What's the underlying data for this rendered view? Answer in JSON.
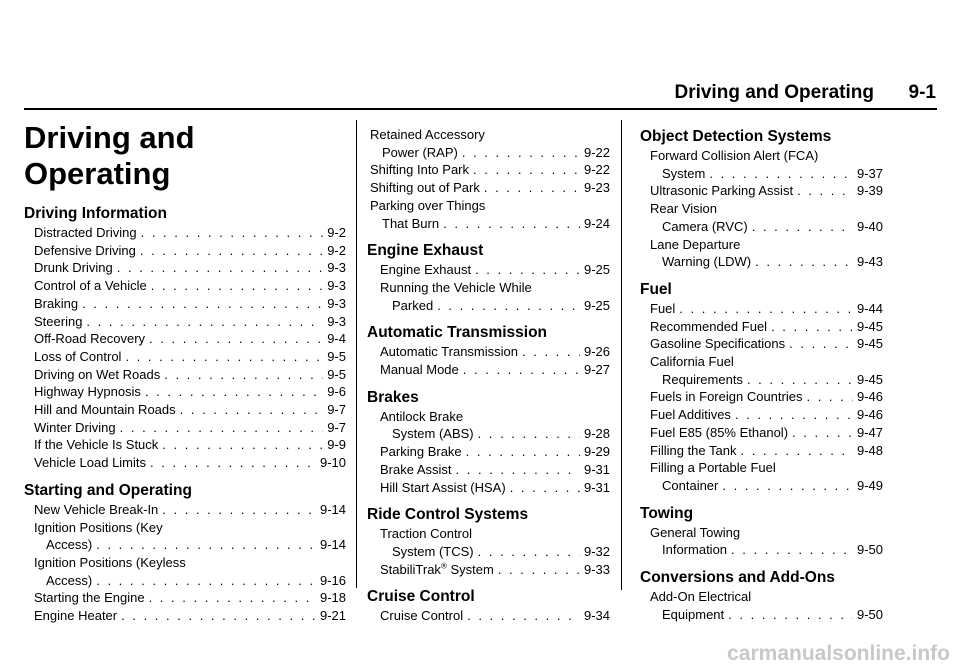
{
  "header": {
    "title": "Driving and Operating",
    "page": "9-1"
  },
  "chapter": {
    "title_line1": "Driving and",
    "title_line2": "Operating"
  },
  "sections": {
    "driving_information": {
      "title": "Driving Information",
      "entries": [
        {
          "label": "Distracted Driving",
          "page": "9-2"
        },
        {
          "label": "Defensive Driving",
          "page": "9-2"
        },
        {
          "label": "Drunk Driving",
          "page": "9-3"
        },
        {
          "label": "Control of a Vehicle",
          "page": "9-3"
        },
        {
          "label": "Braking",
          "page": "9-3"
        },
        {
          "label": "Steering",
          "page": "9-3"
        },
        {
          "label": "Off-Road Recovery",
          "page": "9-4"
        },
        {
          "label": "Loss of Control",
          "page": "9-5"
        },
        {
          "label": "Driving on Wet Roads",
          "page": "9-5"
        },
        {
          "label": "Highway Hypnosis",
          "page": "9-6"
        },
        {
          "label": "Hill and Mountain Roads",
          "page": "9-7"
        },
        {
          "label": "Winter Driving",
          "page": "9-7"
        },
        {
          "label": "If the Vehicle Is Stuck",
          "page": "9-9"
        },
        {
          "label": "Vehicle Load Limits",
          "page": "9-10"
        }
      ]
    },
    "starting_operating": {
      "title": "Starting and Operating",
      "new_vehicle": {
        "label": "New Vehicle Break-In",
        "page": "9-14"
      },
      "ign_key": {
        "line1": "Ignition Positions (Key",
        "line2": "Access)",
        "page": "9-14"
      },
      "ign_keyless": {
        "line1": "Ignition Positions (Keyless",
        "line2": "Access)",
        "page": "9-16"
      },
      "starting": {
        "label": "Starting the Engine",
        "page": "9-18"
      },
      "heater": {
        "label": "Engine Heater",
        "page": "9-21"
      },
      "rap": {
        "line1": "Retained Accessory",
        "line2": "Power (RAP)",
        "page": "9-22"
      },
      "shift_into": {
        "label": "Shifting Into Park",
        "page": "9-22"
      },
      "shift_out": {
        "label": "Shifting out of Park",
        "page": "9-23"
      },
      "parking_over": {
        "line1": "Parking over Things",
        "line2": "That Burn",
        "page": "9-24"
      }
    },
    "engine_exhaust": {
      "title": "Engine Exhaust",
      "exhaust": {
        "label": "Engine Exhaust",
        "page": "9-25"
      },
      "running": {
        "line1": "Running the Vehicle While",
        "line2": "Parked",
        "page": "9-25"
      }
    },
    "automatic_transmission": {
      "title": "Automatic Transmission",
      "auto": {
        "label": "Automatic Transmission",
        "page": "9-26"
      },
      "manual": {
        "label": "Manual Mode",
        "page": "9-27"
      }
    },
    "brakes": {
      "title": "Brakes",
      "abs": {
        "line1": "Antilock Brake",
        "line2": "System (ABS)",
        "page": "9-28"
      },
      "parking": {
        "label": "Parking Brake",
        "page": "9-29"
      },
      "assist": {
        "label": "Brake Assist",
        "page": "9-31"
      },
      "hsa": {
        "label": "Hill Start Assist (HSA)",
        "page": "9-31"
      }
    },
    "ride_control": {
      "title": "Ride Control Systems",
      "tcs": {
        "line1": "Traction Control",
        "line2": "System (TCS)",
        "page": "9-32"
      },
      "stabilitrak": {
        "label": "StabiliTrak",
        "sup": "®",
        "suffix": " System",
        "page": "9-33"
      }
    },
    "cruise_control": {
      "title": "Cruise Control",
      "cruise": {
        "label": "Cruise Control",
        "page": "9-34"
      }
    },
    "object_detection": {
      "title": "Object Detection Systems",
      "fca": {
        "line1": "Forward Collision Alert (FCA)",
        "line2": "System",
        "page": "9-37"
      },
      "upa": {
        "label": "Ultrasonic Parking Assist",
        "page": "9-39"
      },
      "rvc": {
        "line1": "Rear Vision",
        "line2": "Camera (RVC)",
        "page": "9-40"
      },
      "ldw": {
        "line1": "Lane Departure",
        "line2": "Warning (LDW)",
        "page": "9-43"
      }
    },
    "fuel": {
      "title": "Fuel",
      "fuel": {
        "label": "Fuel",
        "page": "9-44"
      },
      "recommended": {
        "label": "Recommended Fuel",
        "page": "9-45"
      },
      "gasoline": {
        "label": "Gasoline Specifications",
        "page": "9-45"
      },
      "california": {
        "line1": "California Fuel",
        "line2": "Requirements",
        "page": "9-45"
      },
      "foreign": {
        "label": "Fuels in Foreign Countries",
        "page": "9-46"
      },
      "additives": {
        "label": "Fuel Additives",
        "page": "9-46"
      },
      "e85": {
        "label": "Fuel E85 (85% Ethanol)",
        "page": "9-47"
      },
      "filling": {
        "label": "Filling the Tank",
        "page": "9-48"
      },
      "portable": {
        "line1": "Filling a Portable Fuel",
        "line2": "Container",
        "page": "9-49"
      }
    },
    "towing": {
      "title": "Towing",
      "general": {
        "line1": "General Towing",
        "line2": "Information",
        "page": "9-50"
      }
    },
    "conversions": {
      "title": "Conversions and Add-Ons",
      "electrical": {
        "line1": "Add-On Electrical",
        "line2": "Equipment",
        "page": "9-50"
      }
    }
  },
  "watermark": "carmanualsonline.info"
}
